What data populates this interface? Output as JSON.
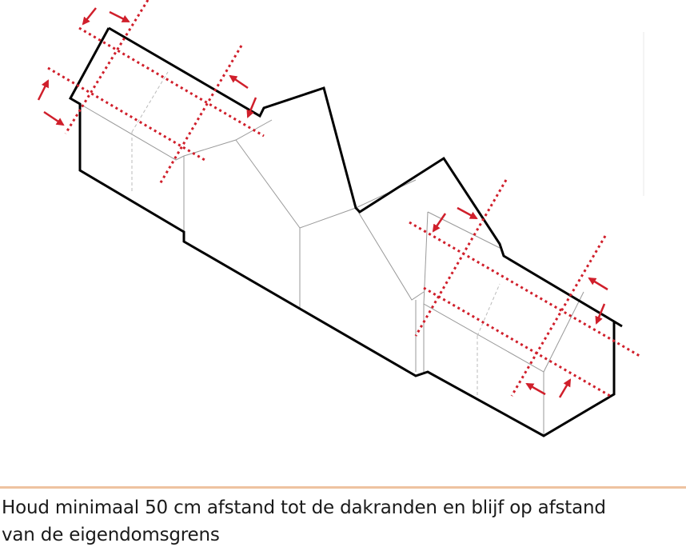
{
  "diagram": {
    "title": "Isometric house roofs with minimum clearance zones",
    "colors": {
      "outline": "#000000",
      "thin_edges": "#9a9a9a",
      "clearance": "#d01f2b",
      "separator": "#eec3a0"
    },
    "icons": [
      "house-outline-icon",
      "clearance-line-icon",
      "arrow-icon"
    ]
  },
  "caption": {
    "line1": "Houd minimaal 50 cm afstand tot de dakranden en blijf op afstand",
    "line2": "van de eigendomsgrens"
  }
}
